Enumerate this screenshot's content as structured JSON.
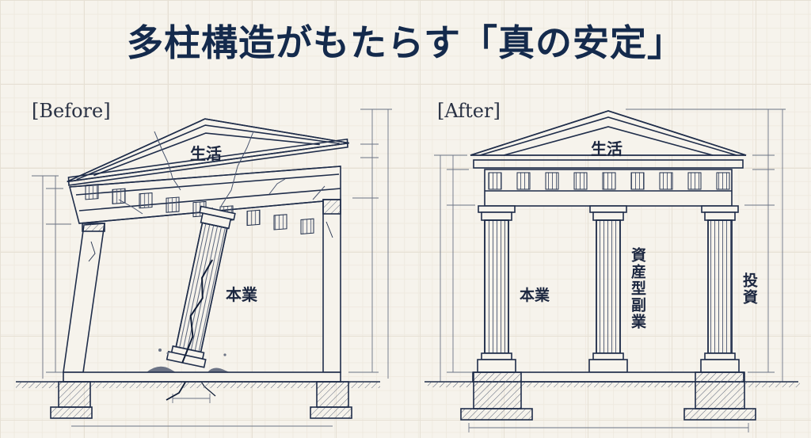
{
  "title": "多柱構造がもたらす「真の安定」",
  "colors": {
    "ink": "#1f2d4a",
    "title": "#142a4c",
    "background": "#f6f3ec",
    "grid": "#e6e0d4"
  },
  "before": {
    "label": "[Before]",
    "roof_label": "生活",
    "pillars": [
      {
        "label": "本業",
        "state": "cracked-leaning"
      }
    ],
    "pillar_count": 1,
    "description": "Single cracked central pillar supporting a tilted, cracked pediment with empty side posts"
  },
  "after": {
    "label": "[After]",
    "roof_label": "生活",
    "pillars": [
      {
        "label": "本業",
        "state": "stable"
      },
      {
        "label": "資産型副業",
        "state": "stable"
      },
      {
        "label": "投資",
        "state": "stable"
      }
    ],
    "pillar_count": 3,
    "description": "Three fluted columns evenly supporting a level pediment on solid foundations"
  }
}
